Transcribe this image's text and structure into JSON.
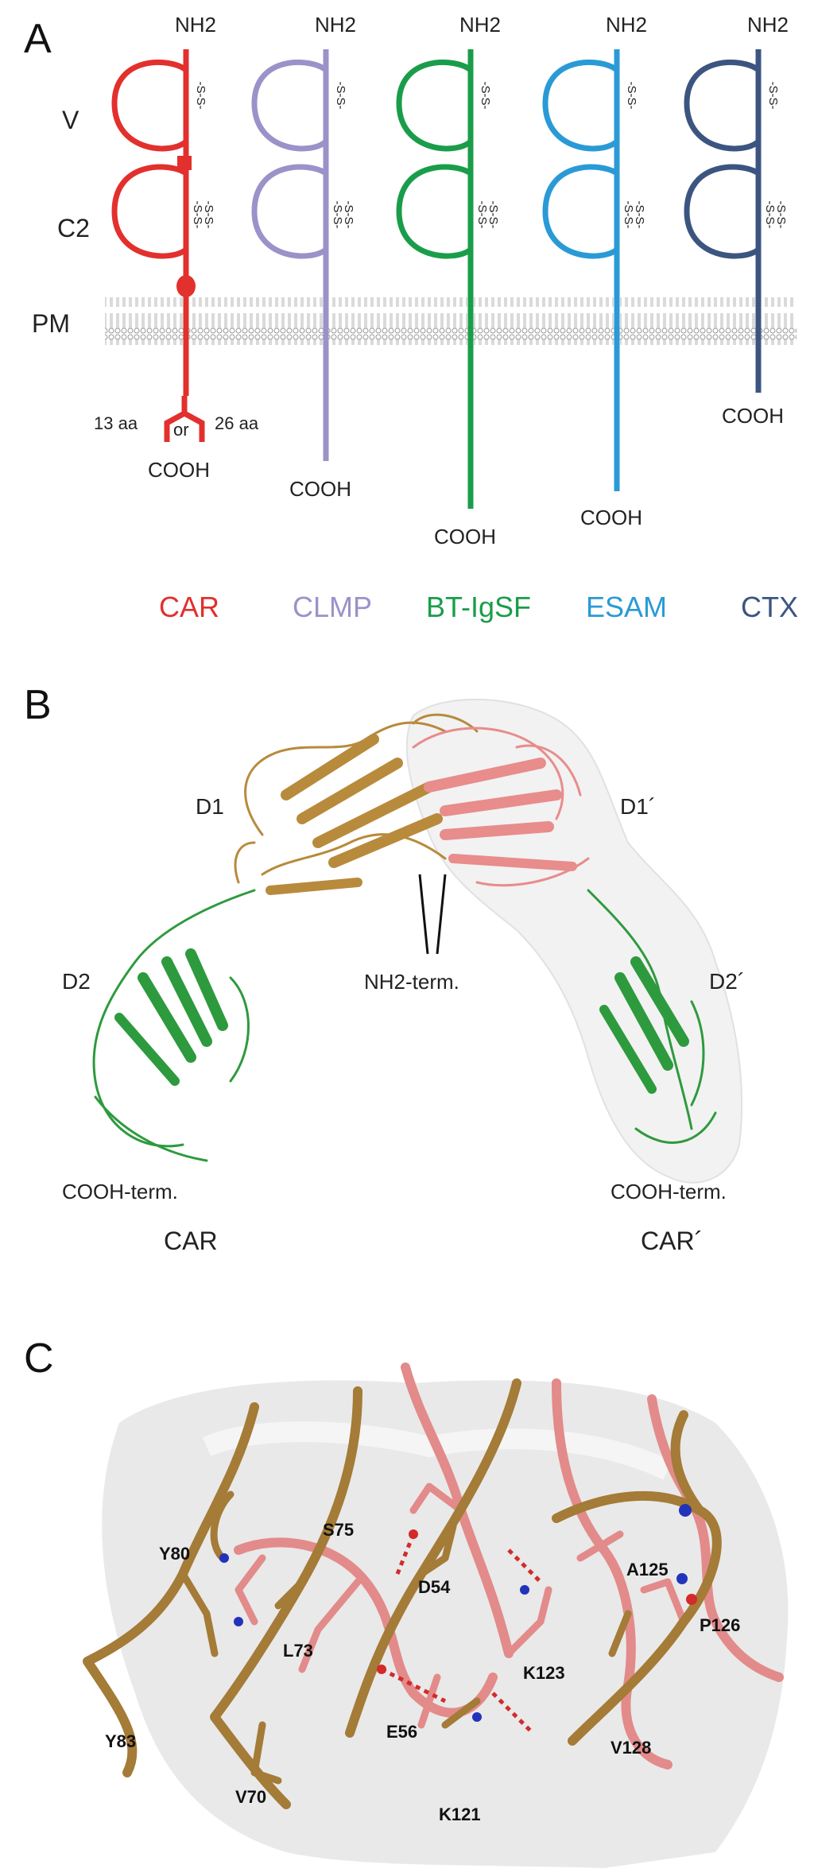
{
  "panels": {
    "a": {
      "letter": "A",
      "nh2": "NH2",
      "domains": {
        "v": "V",
        "c2": "C2",
        "pm": "PM"
      },
      "ss": "-S-S-",
      "isoform": {
        "left": "13 aa",
        "mid": "or",
        "right": "26 aa"
      },
      "cooh": "COOH",
      "proteins": [
        {
          "name": "CAR",
          "color": "#e2302d"
        },
        {
          "name": "CLMP",
          "color": "#9b92c9"
        },
        {
          "name": "BT-IgSF",
          "color": "#1a9d4a"
        },
        {
          "name": "ESAM",
          "color": "#2a9ad6"
        },
        {
          "name": "CTX",
          "color": "#3c5580"
        }
      ]
    },
    "b": {
      "letter": "B",
      "d1": "D1",
      "d1p": "D1´",
      "d2": "D2",
      "d2p": "D2´",
      "nterm": "NH2-term.",
      "cterm_left": "COOH-term.",
      "cterm_right": "COOH-term.",
      "mol_left": "CAR",
      "mol_right": "CAR´",
      "colors": {
        "gold": "#b88a3c",
        "salmon": "#e88c8c",
        "green": "#2e9a3e"
      }
    },
    "c": {
      "letter": "C",
      "residues": [
        "Y80",
        "S75",
        "D54",
        "A125",
        "P126",
        "L73",
        "K123",
        "Y83",
        "E56",
        "V128",
        "V70",
        "K121"
      ],
      "colors": {
        "gold": "#a47b37",
        "salmon": "#e28b8a",
        "surface": "#e9e9e9"
      }
    }
  }
}
